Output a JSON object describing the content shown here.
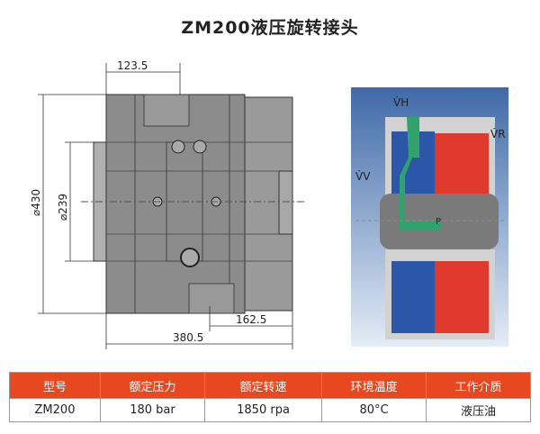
{
  "title": "ZM200液压旋转接头",
  "drawing": {
    "dim_length_top": "123.5",
    "dim_length_right": "162.5",
    "dim_length_total": "380.5",
    "dim_diameter_outer": "⌀430",
    "dim_diameter_inner": "⌀239"
  },
  "section": {
    "label_h": "V̇H",
    "label_r": "V̇R",
    "label_v": "V̇V",
    "label_p": "P"
  },
  "table": {
    "headers": [
      "型号",
      "额定压力",
      "额定转速",
      "环境温度",
      "工作介质"
    ],
    "row": [
      "ZM200",
      "180 bar",
      "1850 rpa",
      "80°C",
      "液压油"
    ]
  },
  "colors": {
    "header": "#e8481f",
    "body": "#8a8a8a",
    "blue": "#2c57a8",
    "red": "#e03a2e",
    "green": "#2fa36b"
  }
}
